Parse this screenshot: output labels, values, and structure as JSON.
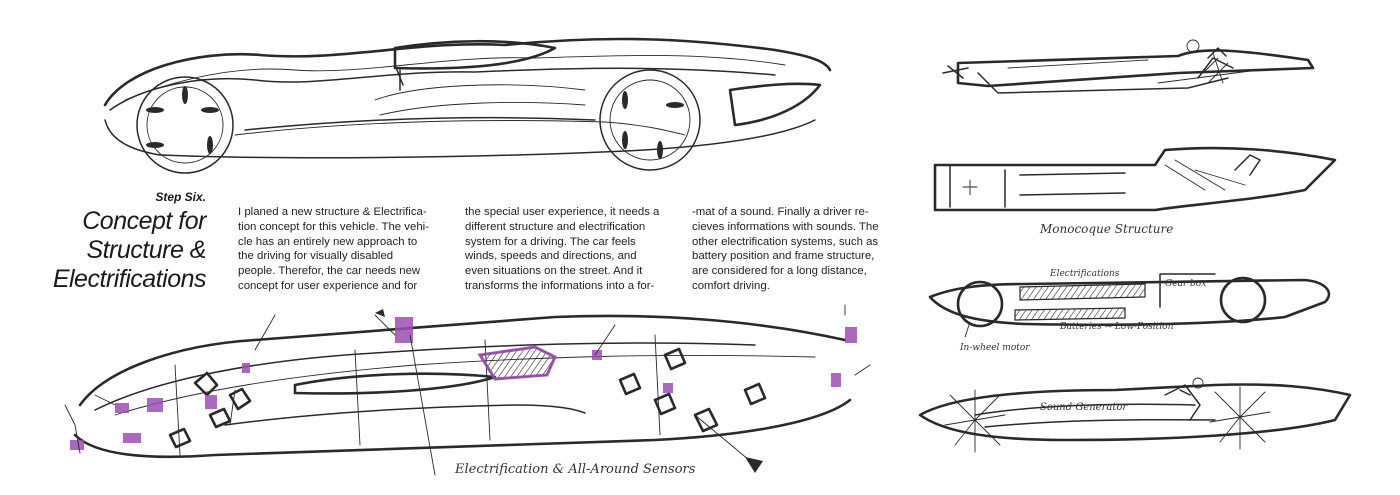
{
  "heading": {
    "step": "Step Six.",
    "title": "Concept for\nStructure &\nElectrifications"
  },
  "body_text": {
    "col1": "I planed a new structure & Electrifica-\ntion concept for this vehicle. The vehi-\ncle has an entirely new approach to\nthe driving for visually disabled\npeople. Therefor, the car needs new\nconcept for user experience and for",
    "col2": "the special user experience, it needs a\ndifferent structure and electrification\nsystem for a driving. The car feels\nwinds, speeds and directions, and\neven situations on the street. And it\ntransforms the informations into a for-",
    "col3": "-mat of a sound. Finally a driver re-\ncieves informations with sounds. The\nother electrification systems, such as\nbattery position and frame structure,\nare considered for a long distance,\ncomfort driving."
  },
  "sketch_annotations": {
    "sensors": "Electrification & All-Around Sensors",
    "monocoque": "Monocoque  Structure",
    "electrifications": "Electrifications",
    "gear_box": "Gear box",
    "batteries": "Batteries → Low-Position",
    "in_wheel_motor": "In-wheel motor",
    "sound_generator": "Sound Generator"
  },
  "colors": {
    "ink": "#2a2a2a",
    "highlight": "#9b4db3",
    "background": "#ffffff"
  }
}
